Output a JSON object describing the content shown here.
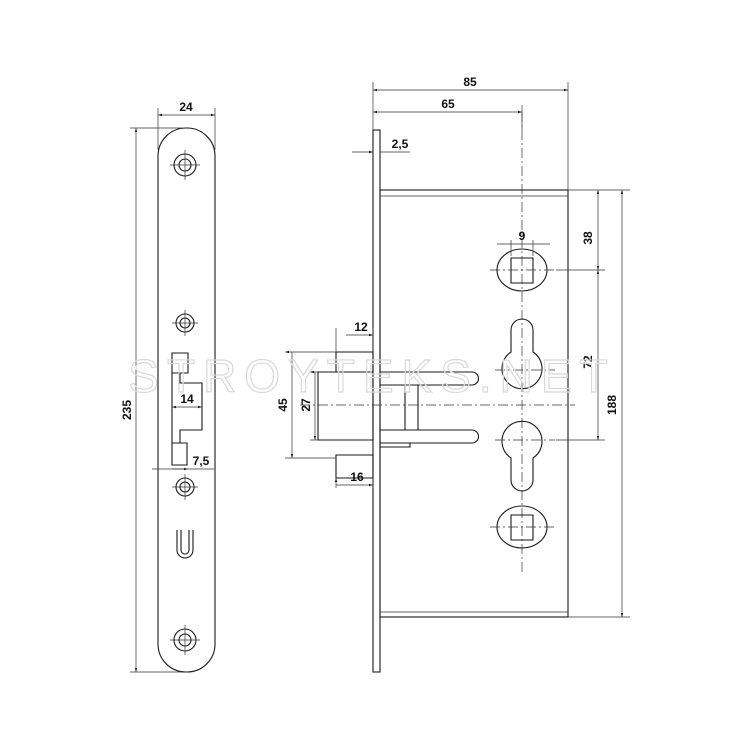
{
  "strike_plate": {
    "width": "24",
    "height": "235",
    "latch_opening": "14",
    "offset": "7,5"
  },
  "lock_body": {
    "total_depth": "85",
    "backset": "65",
    "faceplate": "2,5",
    "to_follower": "38",
    "follower_to_cylinder": "72",
    "body_height": "188",
    "bolt_throw": "12",
    "latch_height": "45",
    "bolt_height": "27",
    "latch_throw": "16",
    "spindle": "9"
  },
  "watermark": "STROYTEKS.NET"
}
